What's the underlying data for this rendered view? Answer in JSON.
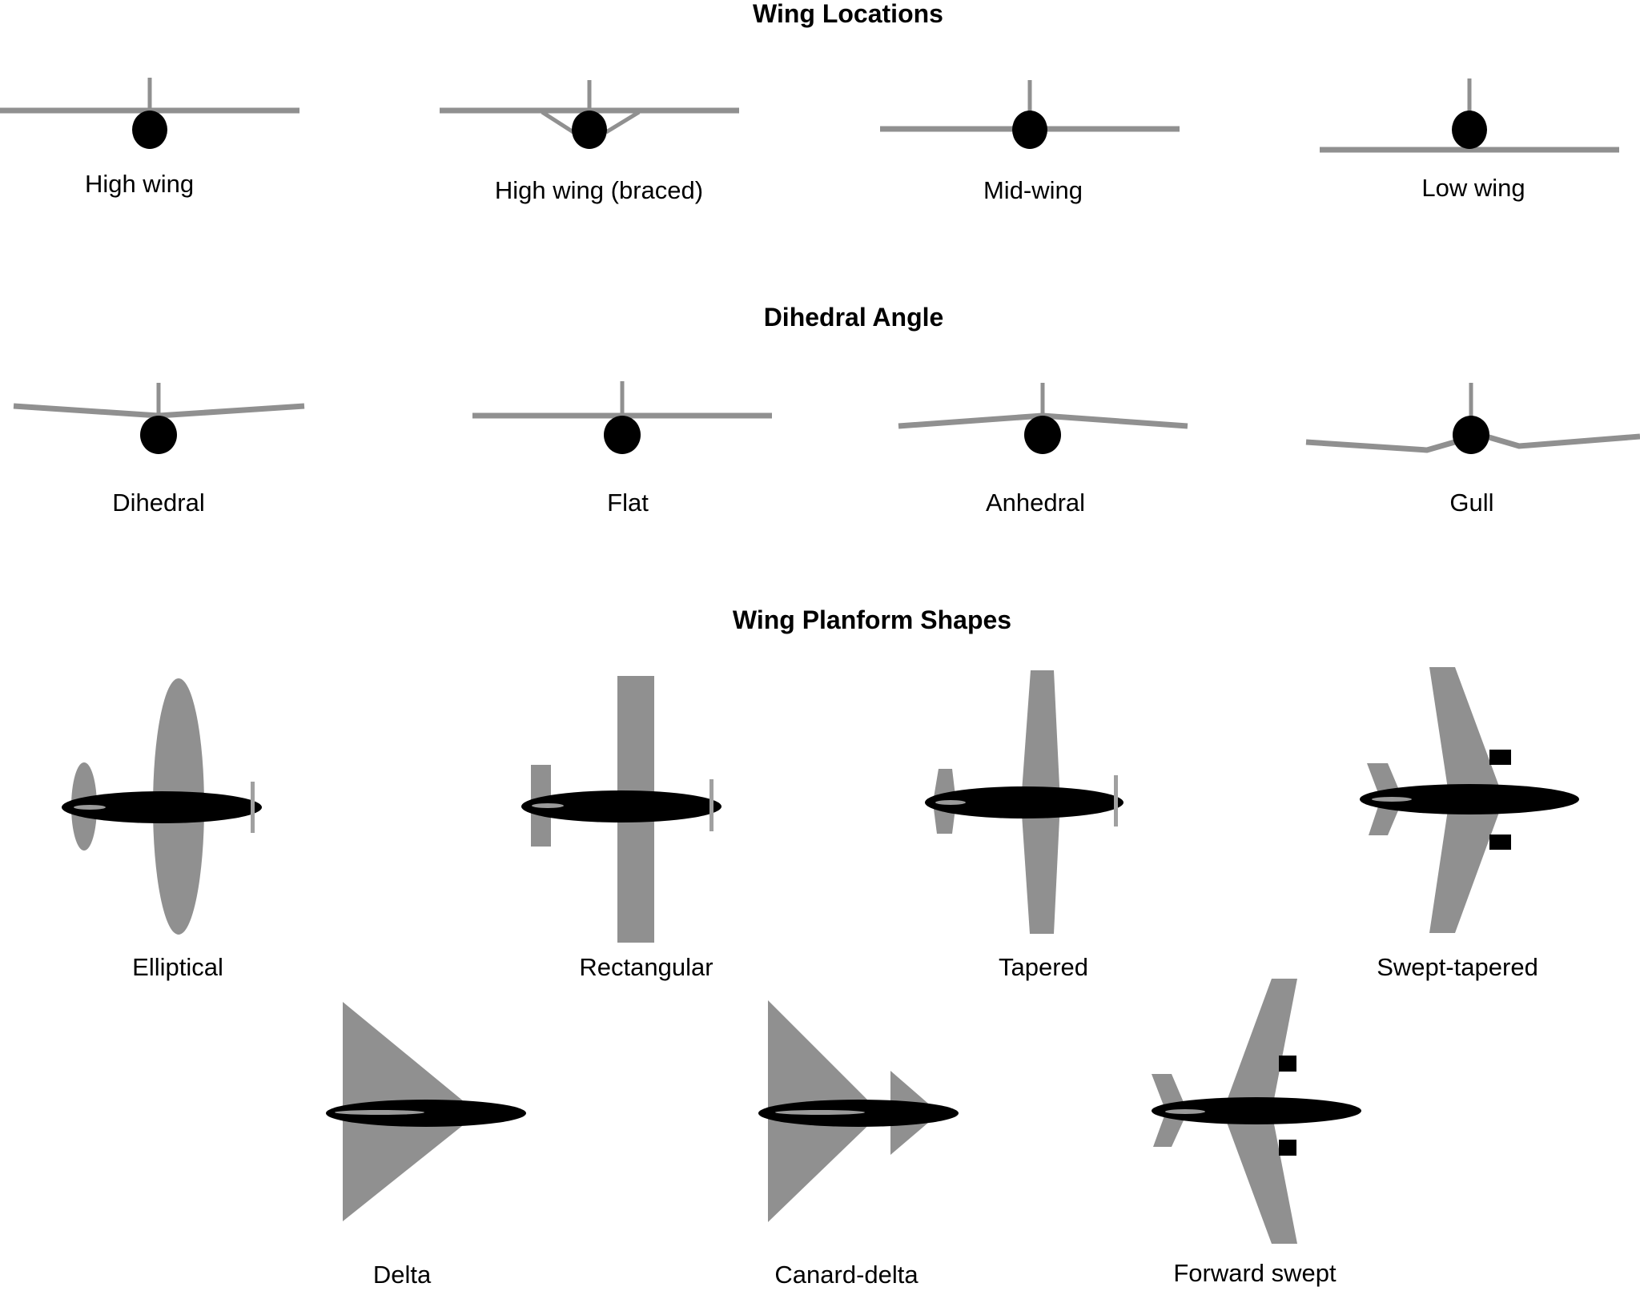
{
  "sections": {
    "wing_locations": {
      "title": "Wing Locations",
      "items": [
        "High wing",
        "High wing (braced)",
        "Mid-wing",
        "Low wing"
      ]
    },
    "dihedral_angle": {
      "title": "Dihedral Angle",
      "items": [
        "Dihedral",
        "Flat",
        "Anhedral",
        "Gull"
      ]
    },
    "wing_planform_shapes": {
      "title": "Wing Planform Shapes",
      "items": [
        "Elliptical",
        "Rectangular",
        "Tapered",
        "Swept-tapered",
        "Delta",
        "Canard-delta",
        "Forward swept"
      ]
    }
  },
  "colors": {
    "surface_gray": "#909090",
    "fuselage_black": "#000000",
    "background": "#ffffff"
  }
}
